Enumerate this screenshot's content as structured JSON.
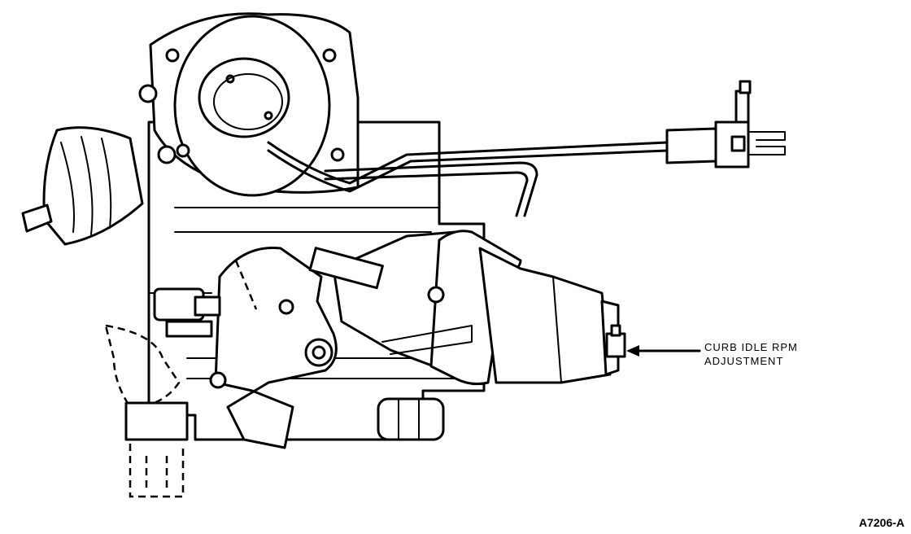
{
  "callout": {
    "line1": "CURB IDLE RPM",
    "line2": "ADJUSTMENT"
  },
  "figure_id": "A7206-A"
}
